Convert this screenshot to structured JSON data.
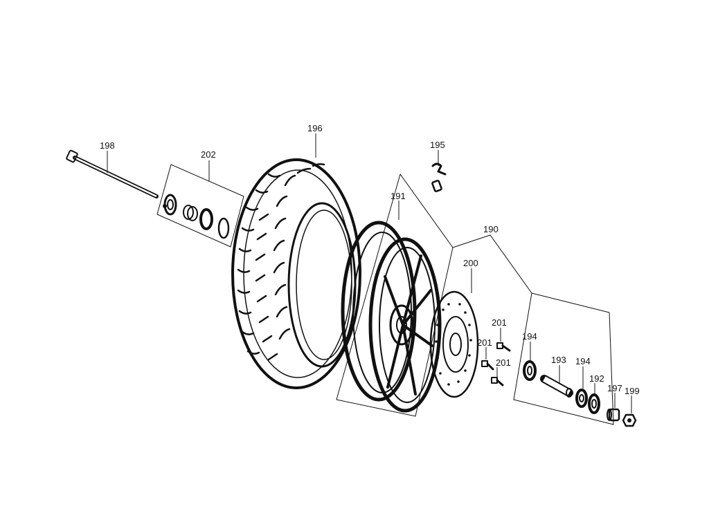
{
  "diagram": {
    "labels": {
      "axle": "198",
      "spacer_kit": "202",
      "tire": "196",
      "valve": "195",
      "rim": "191",
      "wheel_assembly": "190",
      "brake_disc": "200",
      "bolt_top": "201",
      "bolt_mid": "201",
      "bolt_low": "201",
      "bearing_left": "194",
      "bearing_right": "194",
      "sleeve": "193",
      "seal": "192",
      "collar": "197",
      "nut": "199"
    }
  }
}
